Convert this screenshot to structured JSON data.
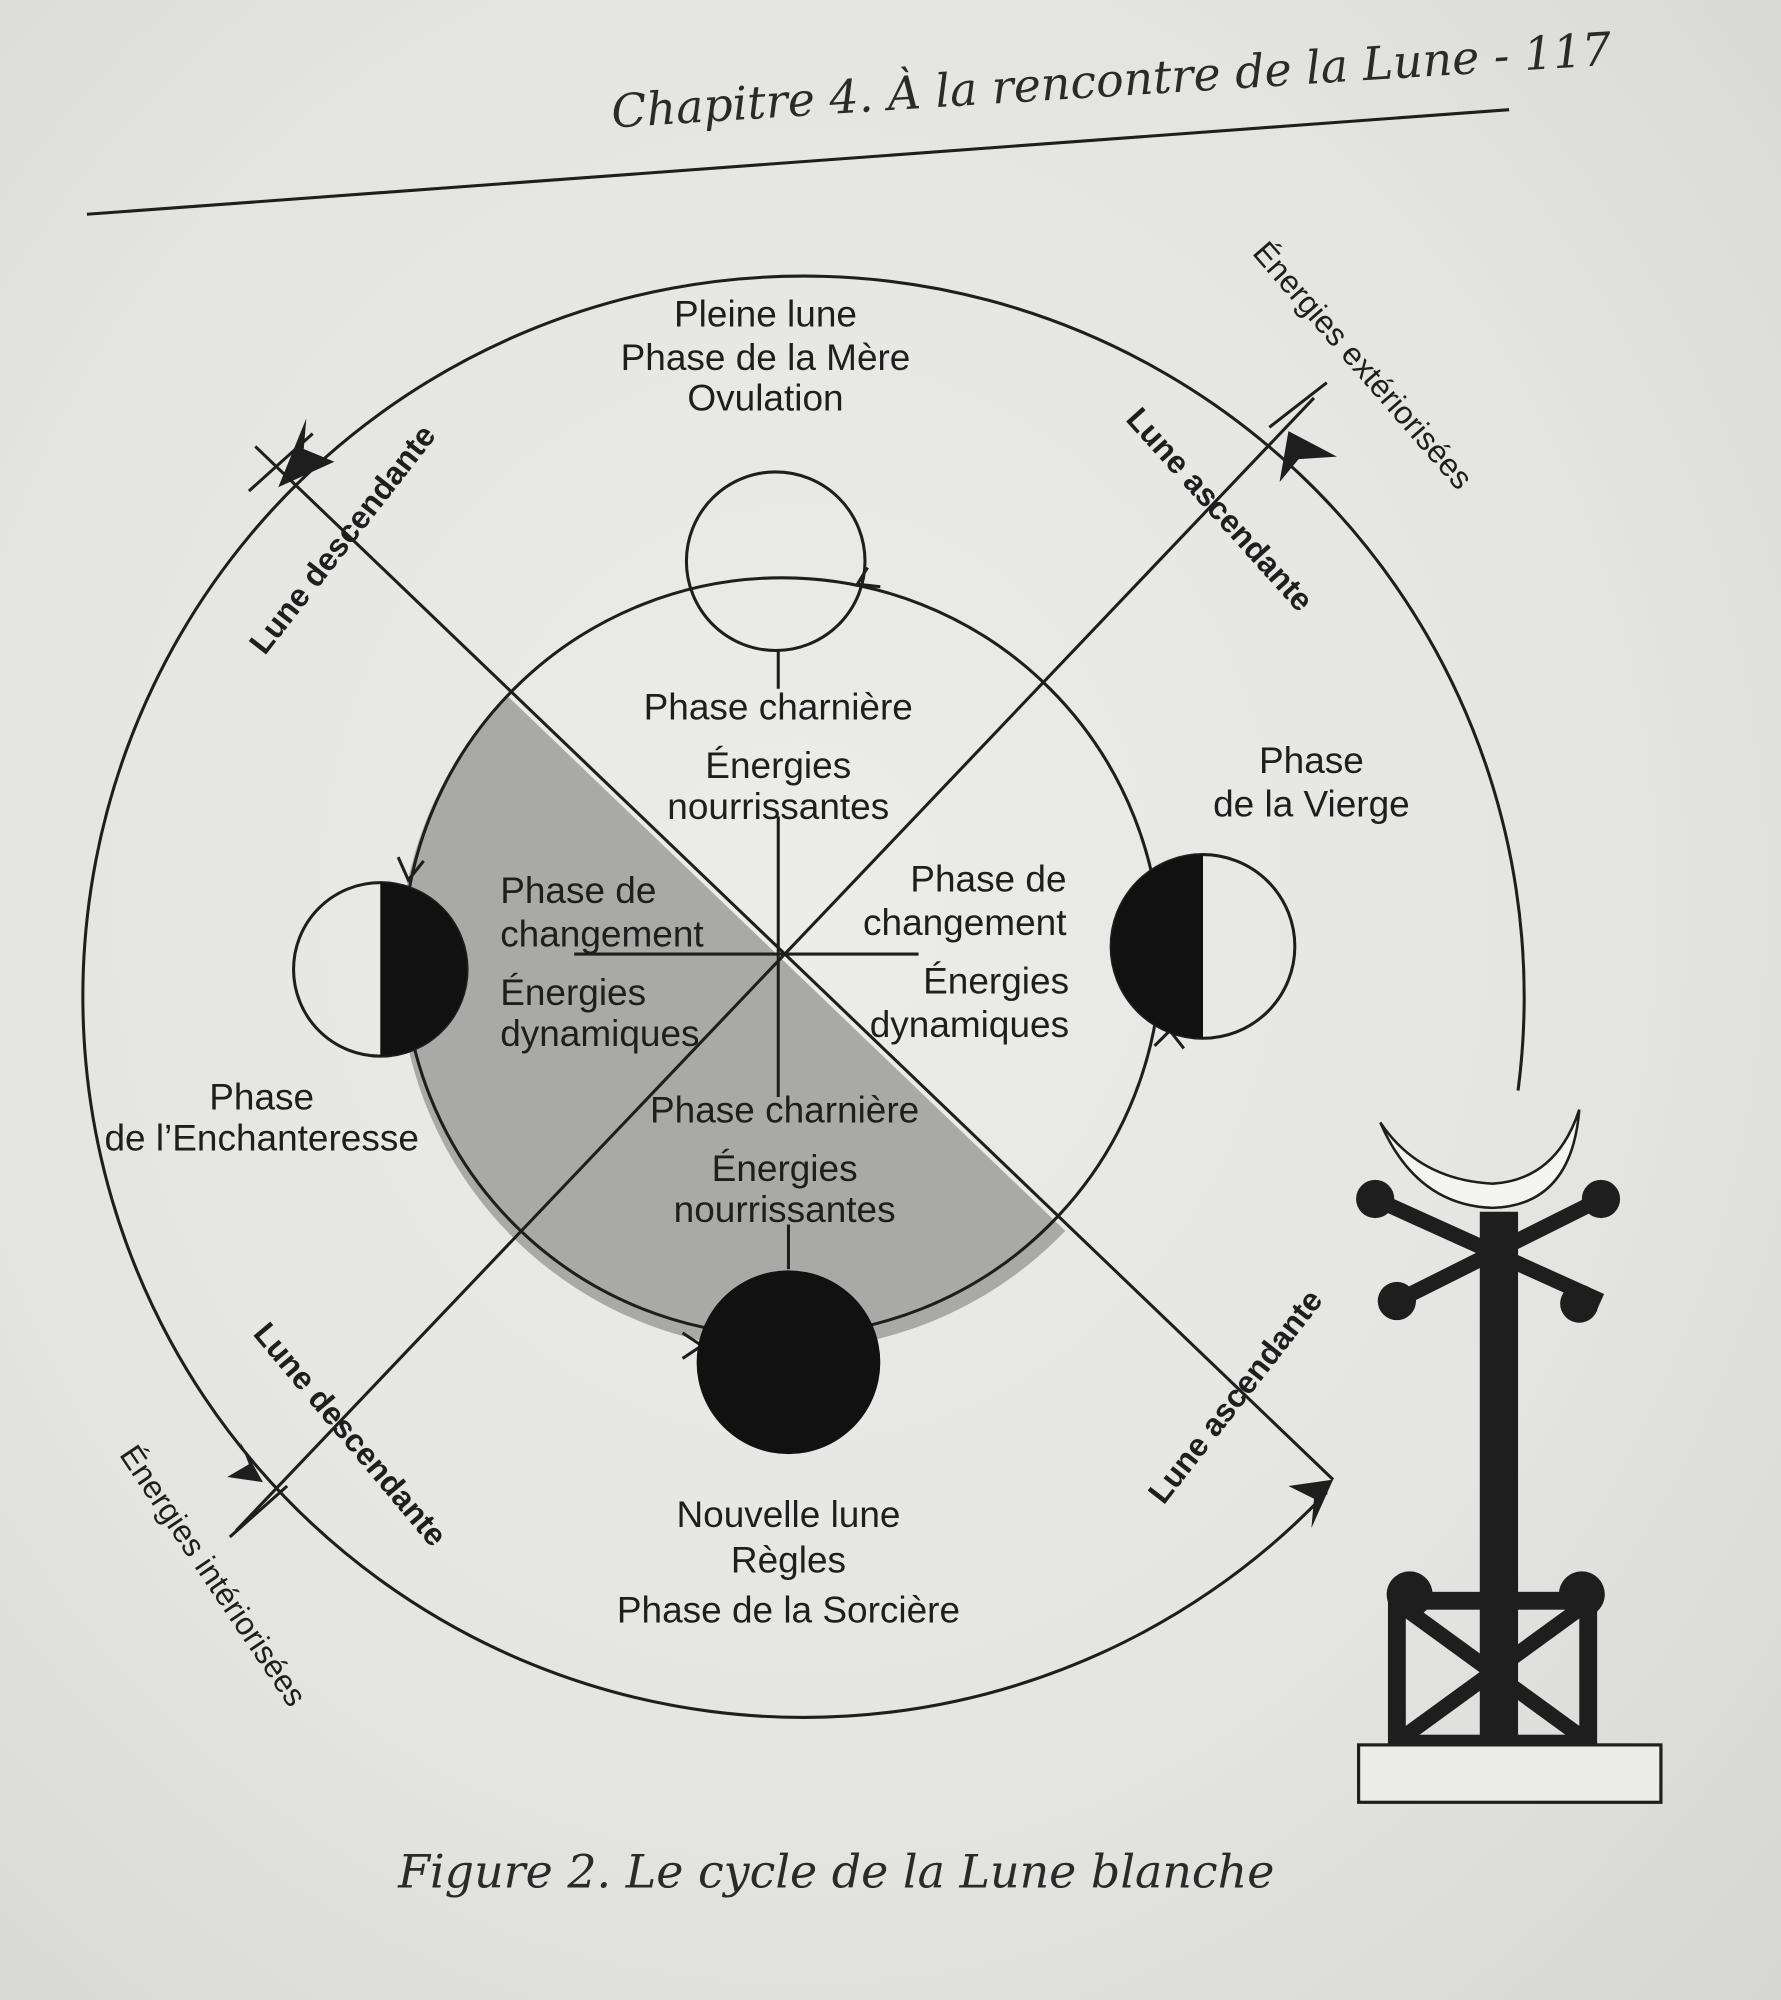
{
  "header": {
    "title": "Chapitre 4.  À la rencontre de la Lune - 117"
  },
  "diagram": {
    "top": {
      "line1": "Pleine lune",
      "line2": "Phase de la Mère",
      "line3": "Ovulation"
    },
    "bottom": {
      "line1": "Nouvelle lune",
      "line2": "Règles",
      "line3": "Phase de la Sorcière"
    },
    "left": {
      "line1": "Phase",
      "line2": "de l’Enchanteresse"
    },
    "right": {
      "line1": "Phase",
      "line2": "de la Vierge"
    },
    "inner_top": {
      "line1": "Phase charnière",
      "line2": "Énergies",
      "line3": "nourrissantes"
    },
    "inner_bottom": {
      "line1": "Phase charnière",
      "line2": "Énergies",
      "line3": "nourrissantes"
    },
    "inner_left": {
      "line1": "Phase de",
      "line2": "changement",
      "line3": "Énergies",
      "line4": "dynamiques"
    },
    "inner_right": {
      "line1": "Phase de",
      "line2": "changement",
      "line3": "Énergies",
      "line4": "dynamiques"
    },
    "diag_top_left": "Lune descendante",
    "diag_top_right": "Lune ascendante",
    "diag_bottom_left": "Lune descendante",
    "diag_bottom_right": "Lune ascendante",
    "outer_top_right": "Énergies extériorisées",
    "outer_bottom_left": "Énergies intériorisées"
  },
  "caption": "Figure 2. Le cycle de la Lune blanche",
  "colors": {
    "shade": "#a9a9a7",
    "ink": "#1e1e1e"
  }
}
